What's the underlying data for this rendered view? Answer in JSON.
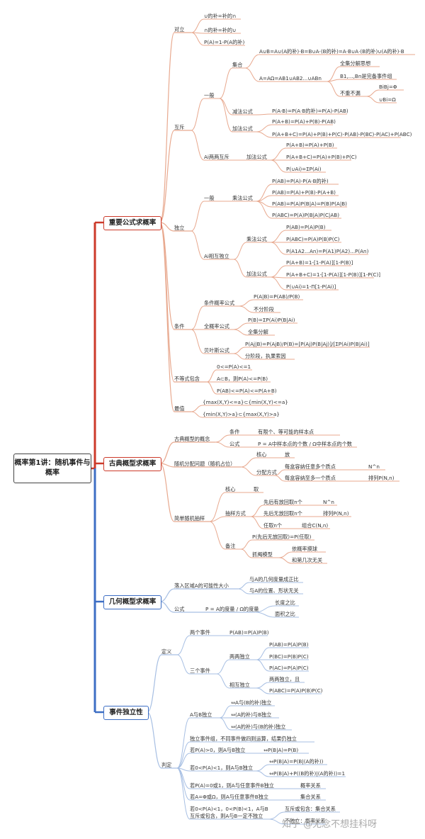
{
  "root": {
    "title": "概率第1讲：随机事件与概率"
  },
  "watermark": "知乎 @无念不想挂科呀",
  "s1": {
    "title": "重要公式求概率",
    "duili": {
      "label": "对立",
      "l1": "∪的补=补的∩",
      "l2": "∩的补=补的∪",
      "l3": "P(A)=1-P(A的补)"
    },
    "huchi": {
      "label": "互斥",
      "yiban": "一般",
      "jihe": "集合",
      "f1": "A∪B=A∪(A的补)·B=B∪A·(B的补)=A·B∪A·(B的补)∪(A的补)·B",
      "f2": "A=AΩ=AB1∪AB2...∪ABn",
      "quanji": "全集分解思想",
      "wanbei": "B1,...,Bn是完备事件组",
      "buchongbulou": "不重不漏",
      "bibj": "BiBj=Φ",
      "ubi": "∪Bi=Ω",
      "jianfa": "减法公式",
      "jianfa_f": "P(A-B)=P(A·B的补)=P(A)-P(AB)",
      "jiafa": "加法公式",
      "jiafa_f1": "P(A+B)=P(A)+P(B)-P(AB)",
      "jiafa_f2": "P(A+B+C)=P(A)+P(B)+P(C)-P(AB)-P(BC)-P(AC)+P(ABC)",
      "ai": "Ai两两互斥",
      "ai_jiafa": "加法公式",
      "ai_f1": "P(A+B)=P(A)+P(B)",
      "ai_f2": "P(A+B+C)=P(A)+P(B)+P(C)",
      "ai_f3": "P(∪Ai)=ΣP(Ai)"
    },
    "duli": {
      "label": "独立",
      "yiban": "一般",
      "chengfa": "乘法公式",
      "f1": "P(AB)=P(A)-P(A·B的补)",
      "f2": "P(AB)=P(A)+P(B)-P(A+B)",
      "f3": "P(AB)=P(A)P(B|A)=P(B)P(A|B)",
      "f4": "P(ABC)=P(A)P(B|A)P(C|AB)",
      "xianghu": "Ai相互独立",
      "x_chengfa": "乘法公式",
      "x_f1": "P(AB)=P(A)P(B)",
      "x_f2": "P(ABC)=P(A)P(B)P(C)",
      "x_f3": "P(A1A2...An)=P(A1)P(A2)...P(An)",
      "x_jiafa": "加法公式",
      "x_f4": "P(A+B)=1-[1-P(A)][1-P(B)]",
      "x_f5": "P(A+B+C)=1-[1-P(A)][1-P(B)][1-P(C)]",
      "x_f6": "P(∪Ai)=1-Π[1-P(Ai)]"
    },
    "tiaojian": {
      "label": "条件",
      "tj": "条件概率公式",
      "tj_f": "P(A|B)=P(AB)/P(B)",
      "tj_n": "不分阶段",
      "qg": "全概率公式",
      "qg_f": "P(B)=ΣP(Ai)P(B|Ai)",
      "qg_n": "全集分解",
      "by": "贝叶斯公式",
      "by_f": "P(Aj|B)=P(AjB)/P(B)=[P(Aj)P(B|Aj)]/[ΣP(Ai)P(B|Ai)]",
      "by_n": "分阶段，执果索因"
    },
    "budengshi": {
      "label": "不等式包含",
      "l1": "0<=P(A)<=1",
      "l2": "A⊂B，则P(A)<=P(B)",
      "l3": "P(AB)<=P(A)<=P(A+B)"
    },
    "zuizhi": {
      "label": "最值",
      "l1": "{max(X,Y)<=a}⊂{min(X,Y)<=a}",
      "l2": "{min(X,Y)>a}⊂{max(X,Y)>a}"
    }
  },
  "s2": {
    "title": "古典概型求概率",
    "gd": {
      "label": "古典概型的概念",
      "tj": "条件",
      "tj_v": "有限个、等可能的样本点",
      "gs": "公式",
      "gs_v": "P = A中样本点的个数 / Ω中样本点的个数"
    },
    "fp": {
      "label": "随机分配问题（随机占位）",
      "hx": "核心",
      "hx_v": "放",
      "gs": "分配方式",
      "r1": "每盒容纳任意多个质点",
      "r1v": "N^n",
      "r2": "每盒容纳至多一个质点",
      "r2v": "排列P(N,n)"
    },
    "cy": {
      "label": "简单随机抽样",
      "hx": "核心",
      "hx_v": "取",
      "fs": "抽样方式",
      "r1": "先后有放回取n个",
      "r1v": "N^n",
      "r2": "先后无放回取n个",
      "r2v": "排列P(N,n)",
      "r3": "任取n个",
      "r3v": "组合C(N,n)",
      "bz": "备注",
      "bz1": "P(先后无放回取)=P(任取)",
      "zj": "抓阄模型",
      "zj1": "依概率摸球",
      "zj2": "和第几次无关"
    }
  },
  "s3": {
    "title": "几何概型求概率",
    "dx": "落入区域A的可能性大小",
    "dx1": "与A的几何度量成正比",
    "dx2": "与A的位置、形状无关",
    "gs": "公式",
    "gs_v": "P = A的度量 / Ω的度量",
    "gs1": "长度之比",
    "gs2": "面积之比"
  },
  "s4": {
    "title": "事件独立性",
    "dy": "定义",
    "lg": "两个事件",
    "lg_f": "P(AB)=P(A)P(B)",
    "sg": "三个事件",
    "ll": "两两独立",
    "ll1": "P(AB)=P(A)P(B)",
    "ll2": "P(BC)=P(B)P(C)",
    "ll3": "P(AC)=P(A)P(C)",
    "xh": "相互独立",
    "xh1": "两两独立，且",
    "xh2": "P(ABC)=P(A)P(B)P(C)",
    "pd": "判定",
    "ab": "A与B独立",
    "ab1": "⇔A与(B的补)独立",
    "ab2": "⇔(A的补)与B独立",
    "ab3": "⇔(A的补)与(B的补)独立",
    "j1": "独立事件组，不同事件做四则运算，结果仍独立",
    "j2": "若P(A)>0，则A与B独立",
    "j2v": "⇔P(B|A)=P(B)",
    "j3": "若0<P(A)<1，则A与B独立",
    "j3v1": "⇔P(B|A)=P(B|(A的补))",
    "j3v2": "⇔P(B|A)+P((B的补)|(A的补))=1",
    "j4": "若P(A)=0或1，则A与任意事件B独立",
    "j4v": "概率关系",
    "j5": "若A=Φ或Ω，则A与任意事件B独立",
    "j5v": "集合关系",
    "j6a": "若0<P(A)<1，0<P(B)<1，A与B",
    "j6b": "互斥或包含，则A与B一定不独立",
    "j6v1": "互斥或包含：集合关系",
    "j6v2": "不独立：概率关系"
  },
  "colors": {
    "red": "#cc3a2a",
    "blue": "#3d6ec4",
    "sub": "#e8a98f",
    "sub_blue": "#a7bfe3"
  }
}
